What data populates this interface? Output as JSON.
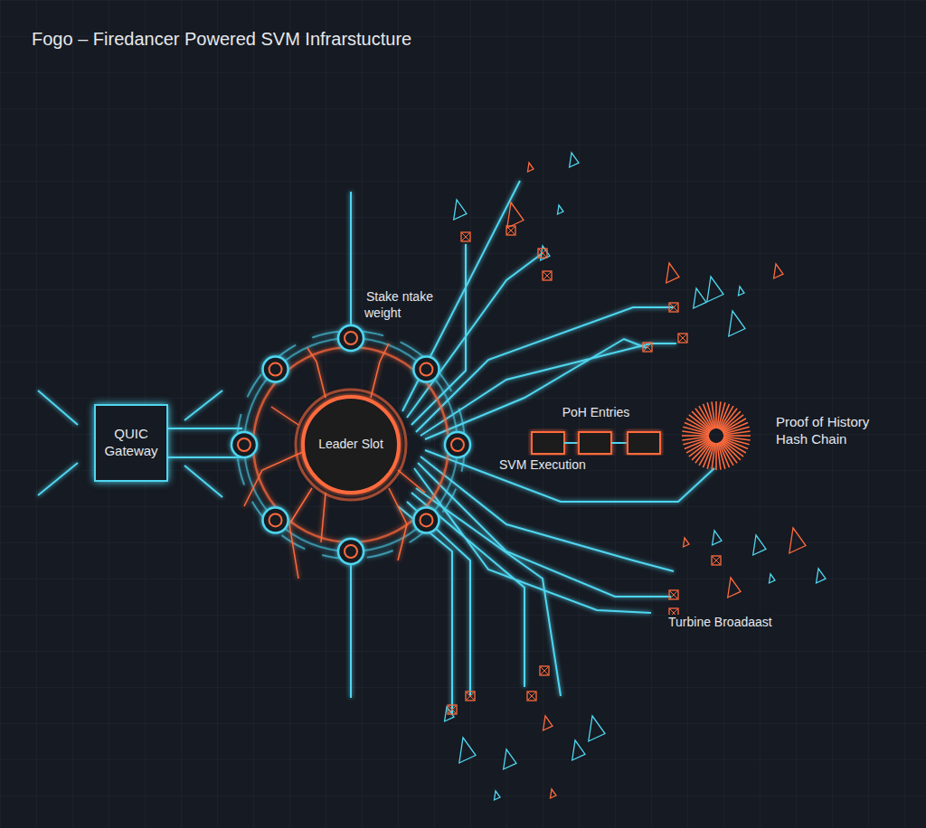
{
  "diagram": {
    "title": "Fogo – Firedancer Powered SVM Infrarstucture",
    "nodes": [
      {
        "text": [
          "QUIC Gateway"
        ]
      },
      {
        "text": [
          "Leader Slot"
        ]
      },
      {
        "text": [
          "PoH Entries"
        ]
      },
      {
        "text": [
          "Proof of History Hash Chain"
        ]
      }
    ],
    "edges": [
      {
        "from": 0,
        "to": 1,
        "arrow": "none"
      },
      {
        "from": 1,
        "to": 2,
        "arrow": "none"
      },
      {
        "from": 2,
        "to": 3,
        "arrow": "to"
      }
    ],
    "labels": [
      "Stake ntake weight",
      "SVM Execution",
      "Turbine Broadaast"
    ]
  }
}
